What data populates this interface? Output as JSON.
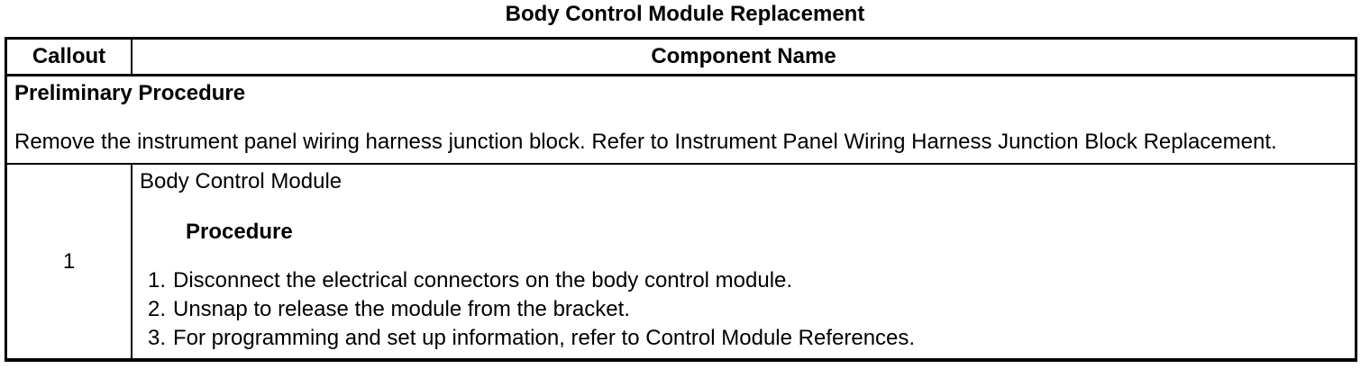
{
  "title": "Body Control Module Replacement",
  "table": {
    "header": {
      "callout": "Callout",
      "component": "Component Name"
    },
    "preliminary": {
      "heading": "Preliminary Procedure",
      "text": "Remove the instrument panel wiring harness junction block. Refer to Instrument Panel Wiring Harness Junction Block Replacement."
    },
    "rows": [
      {
        "callout": "1",
        "component": "Body Control Module",
        "procedure_heading": "Procedure",
        "steps": [
          {
            "num": "1.",
            "text": "Disconnect the electrical connectors on the body control module."
          },
          {
            "num": "2.",
            "text": "Unsnap to release the module from the bracket."
          },
          {
            "num": "3.",
            "text": "For programming and set up information, refer to Control Module References."
          }
        ]
      }
    ]
  },
  "colors": {
    "text": "#000000",
    "background": "#ffffff",
    "border": "#000000"
  }
}
